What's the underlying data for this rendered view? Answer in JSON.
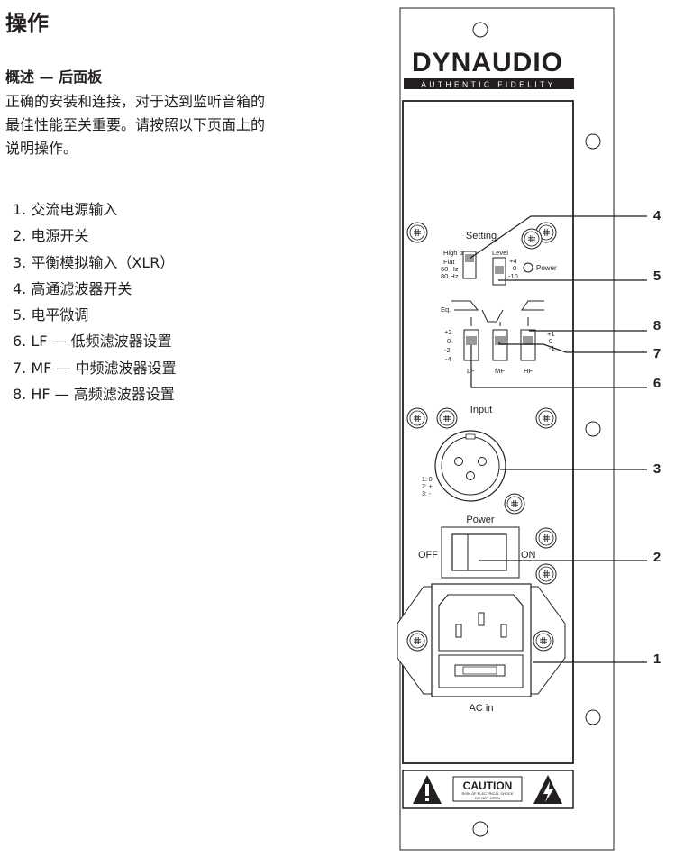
{
  "heading": "操作",
  "subheading": "概述 — 后面板",
  "intro_lines": [
    "正确的安装和连接，对于达到监听音箱的",
    "最佳性能至关重要。请按照以下页面上的",
    "说明操作。"
  ],
  "items": [
    "1. 交流电源输入",
    "2. 电源开关",
    "3. 平衡模拟输入（XLR）",
    "4. 高通滤波器开关",
    "5. 电平微调",
    "6. LF —  低频滤波器设置",
    "7. MF — 中频滤波器设置",
    "8. HF — 高频滤波器设置"
  ],
  "panel": {
    "brand": "DYNAUDIO",
    "tagline": "AUTHENTIC FIDELITY",
    "setting_title": "Setting",
    "highpass_label": "High pass",
    "highpass_options": [
      "Flat",
      "60 Hz",
      "80 Hz"
    ],
    "level_label": "Level",
    "level_options": [
      "+4",
      "0",
      "-10"
    ],
    "power_led_label": "Power",
    "eq_label": "Eq.",
    "eq_left_scale": [
      "+2",
      "0",
      "-2",
      "-4"
    ],
    "eq_right_scale": [
      "+1",
      "0",
      "-1"
    ],
    "eq_bands": [
      "LF",
      "MF",
      "HF"
    ],
    "input_label": "Input",
    "pin_labels": [
      "1: 0",
      "2: +",
      "3: -"
    ],
    "power_label": "Power",
    "off_label": "OFF",
    "on_label": "ON",
    "ac_label": "AC in",
    "caution_title": "CAUTION",
    "caution_line1": "RISK OF ELECTRICAL SHOCK",
    "caution_line2": "DO NOT OPEN"
  },
  "callouts": [
    "4",
    "5",
    "8",
    "7",
    "6",
    "3",
    "2",
    "1"
  ]
}
